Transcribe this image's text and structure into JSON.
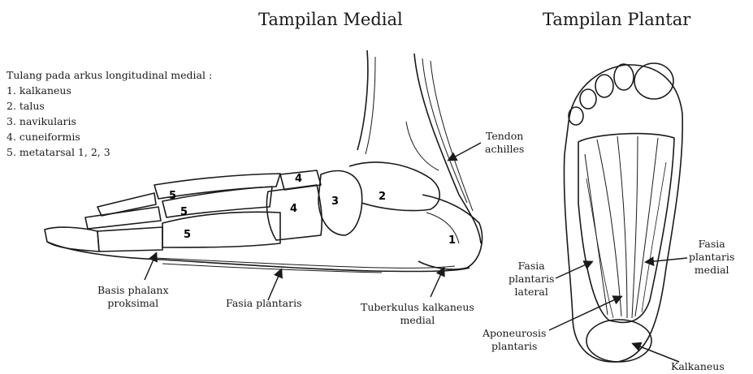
{
  "titles": {
    "medial": "Tampilan Medial",
    "plantar": "Tampilan Plantar"
  },
  "legend": {
    "heading": "Tulang pada arkus longitudinal medial :",
    "items": [
      "1. kalkaneus",
      "2. talus",
      "3. navikularis",
      "4. cuneiformis",
      "5. metatarsal 1, 2, 3"
    ]
  },
  "bone_numbers": {
    "n1": "1",
    "n2": "2",
    "n3": "3",
    "n4a": "4",
    "n4b": "4",
    "n5a": "5",
    "n5b": "5",
    "n5c": "5"
  },
  "labels": {
    "tendon": [
      "Tendon",
      "achilles"
    ],
    "basis": [
      "Basis phalanx",
      "proksimal"
    ],
    "fasia_plantaris": "Fasia plantaris",
    "tuberkulus": [
      "Tuberkulus kalkaneus",
      "medial"
    ],
    "fasia_lateral": [
      "Fasia",
      "plantaris",
      "lateral"
    ],
    "fasia_medial": [
      "Fasia",
      "plantaris",
      "medial"
    ],
    "aponeurosis": [
      "Aponeurosis",
      "plantaris"
    ],
    "kalkaneus": "Kalkaneus"
  }
}
